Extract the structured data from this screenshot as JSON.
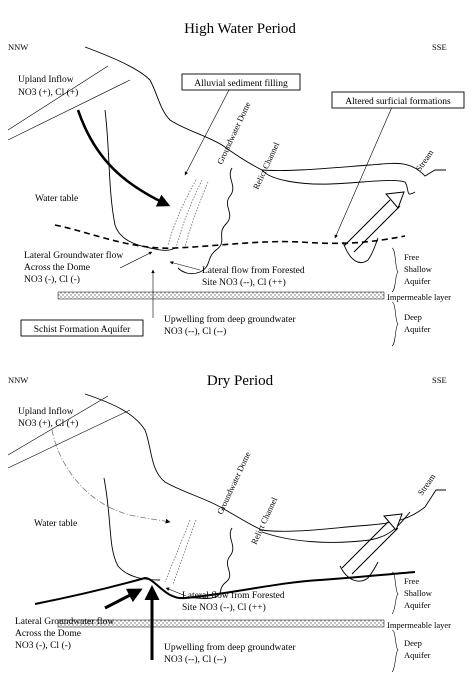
{
  "high": {
    "title": "High Water Period",
    "left_dir": "NNW",
    "right_dir": "SSE",
    "upland_line1": "Upland Inflow",
    "upland_line2": "NO3 (+), Cl (+)",
    "alluvial_box": "Alluvial sediment filling",
    "altered_box": "Altered surficial formations",
    "groundwater_dome": "Groundwater Dome",
    "relict_channel": "Relict Channel",
    "stream": "Stream",
    "water_table": "Water table",
    "lateral_dome_line1": "Lateral Groundwater flow",
    "lateral_dome_line2": "Across the Dome",
    "lateral_dome_line3": "NO3 (-), Cl (-)",
    "lateral_forest_line1": "Lateral flow from Forested",
    "lateral_forest_line2": "Site NO3 (--), Cl (++)",
    "free_line1": "Free",
    "free_line2": "Shallow",
    "free_line3": "Aquifer",
    "impermeable": "Impermeable layer",
    "deep_line1": "Deep",
    "deep_line2": "Aquifer",
    "schist_box": "Schist Formation Aquifer",
    "upwelling_line1": "Upwelling from deep groundwater",
    "upwelling_line2": "NO3 (--), Cl (--)"
  },
  "dry": {
    "title": "Dry Period",
    "left_dir": "NNW",
    "right_dir": "SSE",
    "upland_line1": "Upland Inflow",
    "upland_line2": "NO3 (+), Cl (+)",
    "groundwater_dome": "Groundwater Dome",
    "relict_channel": "Relict Channel",
    "stream": "Stream",
    "water_table": "Water table",
    "lateral_forest_line1": "Lateral flow from Forested",
    "lateral_forest_line2": "Site NO3 (--), Cl (++)",
    "free_line1": "Free",
    "free_line2": "Shallow",
    "free_line3": "Aquifer",
    "impermeable": "Impermeable layer",
    "deep_line1": "Deep",
    "deep_line2": "Aquifer",
    "lateral_dome_line1": "Lateral Groundwater flow",
    "lateral_dome_line2": "Across the Dome",
    "lateral_dome_line3": "NO3 (-), Cl (-)",
    "upwelling_line1": "Upwelling from deep groundwater",
    "upwelling_line2": "NO3 (--), Cl (--)"
  }
}
